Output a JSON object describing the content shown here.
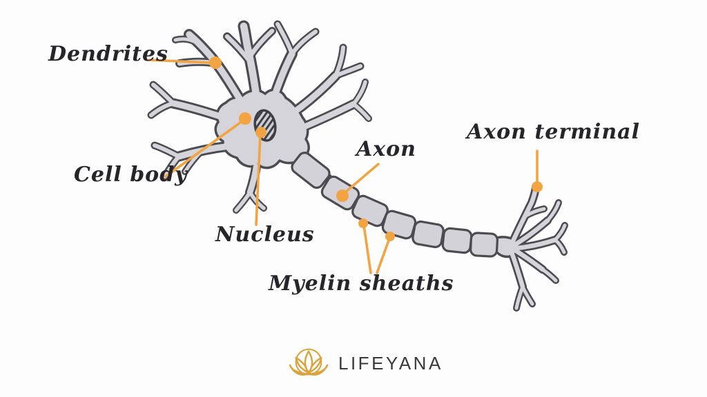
{
  "diagram": {
    "labels": {
      "dendrites": "Dendrites",
      "cell_body": "Cell body",
      "nucleus": "Nucleus",
      "axon": "Axon",
      "axon_terminal": "Axon terminal",
      "myelin_sheaths": "Myelin sheaths"
    }
  },
  "brand": {
    "name": "LIFEYANA",
    "icon": "lotus-icon"
  },
  "colors": {
    "background": "#fdfdfe",
    "neuron_fill": "#d4d4da",
    "neuron_outline": "#4b4b52",
    "nucleus_hatch": "#3e3e44",
    "accent_orange": "#f2a443",
    "label_text": "#26262a",
    "brand_gold": "#dba33c",
    "brand_text": "#39393c"
  }
}
